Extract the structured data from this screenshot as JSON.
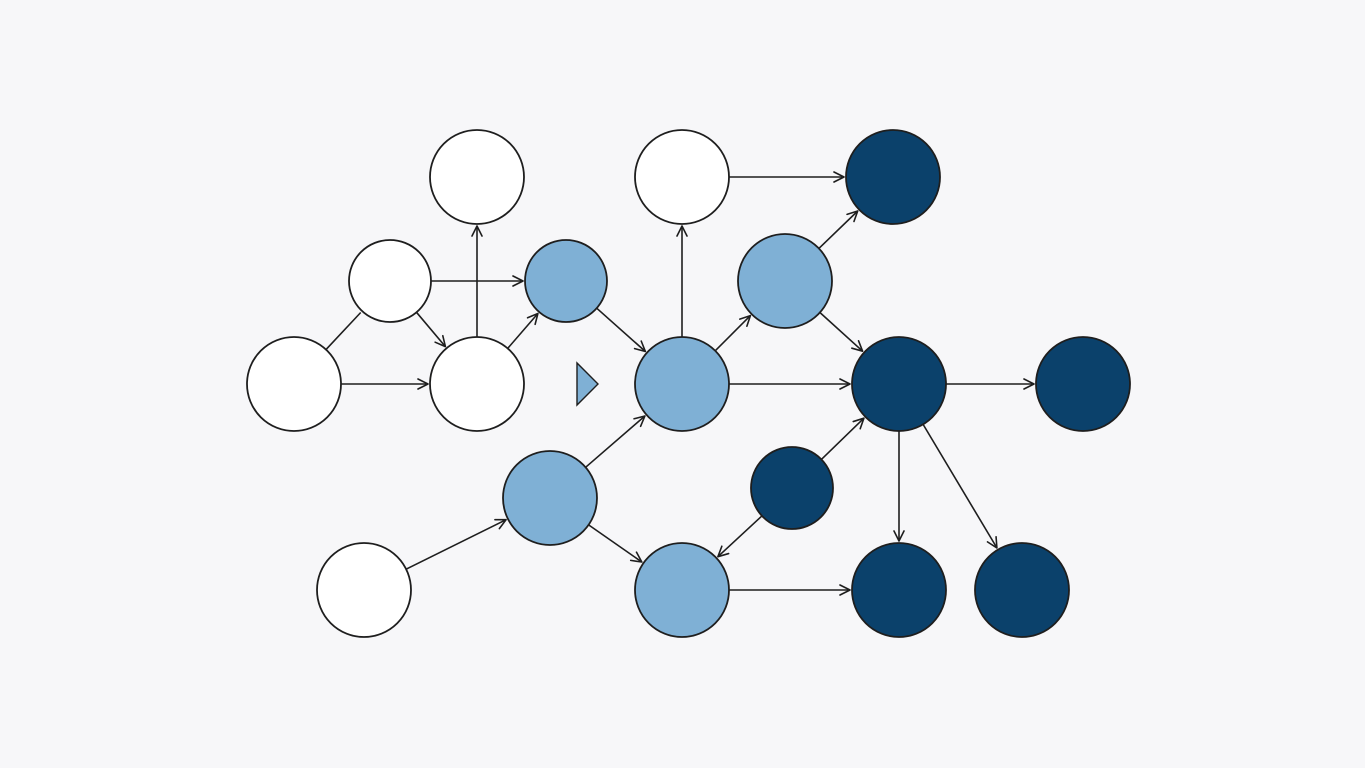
{
  "colors": {
    "background": "#f7f7f9",
    "white": "#ffffff",
    "light": "#7fb0d5",
    "dark": "#0b416b",
    "stroke": "#1e1e1e"
  },
  "nodes": [
    {
      "id": "w-top",
      "tone": "white"
    },
    {
      "id": "w-mid",
      "tone": "white"
    },
    {
      "id": "w-left",
      "tone": "white"
    },
    {
      "id": "w-center",
      "tone": "white"
    },
    {
      "id": "w-bottom",
      "tone": "white"
    },
    {
      "id": "w-top-right",
      "tone": "white"
    },
    {
      "id": "l-upper",
      "tone": "light"
    },
    {
      "id": "l-hub",
      "tone": "light"
    },
    {
      "id": "l-lower",
      "tone": "light"
    },
    {
      "id": "l-bottom",
      "tone": "light"
    },
    {
      "id": "l-right",
      "tone": "light"
    },
    {
      "id": "d-top",
      "tone": "dark"
    },
    {
      "id": "d-hub",
      "tone": "dark"
    },
    {
      "id": "d-far",
      "tone": "dark"
    },
    {
      "id": "d-small",
      "tone": "dark"
    },
    {
      "id": "d-bottom",
      "tone": "dark"
    },
    {
      "id": "d-bottom-right",
      "tone": "dark"
    }
  ],
  "edges": [
    {
      "from": "w-left",
      "to": "w-mid",
      "arrow": false
    },
    {
      "from": "w-left",
      "to": "w-center",
      "arrow": true
    },
    {
      "from": "w-mid",
      "to": "w-center",
      "arrow": true
    },
    {
      "from": "w-center",
      "to": "w-top",
      "arrow": true
    },
    {
      "from": "w-mid",
      "to": "l-upper",
      "arrow": true
    },
    {
      "from": "w-center",
      "to": "l-upper",
      "arrow": true
    },
    {
      "from": "l-upper",
      "to": "l-hub",
      "arrow": true
    },
    {
      "from": "l-hub",
      "to": "w-top-right",
      "arrow": true
    },
    {
      "from": "w-top-right",
      "to": "d-top",
      "arrow": true
    },
    {
      "from": "l-hub",
      "to": "l-right",
      "arrow": true
    },
    {
      "from": "l-right",
      "to": "d-top",
      "arrow": true
    },
    {
      "from": "l-right",
      "to": "d-hub",
      "arrow": true
    },
    {
      "from": "l-hub",
      "to": "d-hub",
      "arrow": true
    },
    {
      "from": "d-hub",
      "to": "d-far",
      "arrow": true
    },
    {
      "from": "w-bottom",
      "to": "l-lower",
      "arrow": true
    },
    {
      "from": "l-lower",
      "to": "l-hub",
      "arrow": true
    },
    {
      "from": "l-lower",
      "to": "l-bottom",
      "arrow": true
    },
    {
      "from": "d-small",
      "to": "l-bottom",
      "arrow": true
    },
    {
      "from": "d-small",
      "to": "d-hub",
      "arrow": true
    },
    {
      "from": "l-bottom",
      "to": "d-bottom",
      "arrow": true
    },
    {
      "from": "d-hub",
      "to": "d-bottom",
      "arrow": true
    },
    {
      "from": "d-hub",
      "to": "d-bottom-right",
      "arrow": true
    }
  ],
  "marker": {
    "tone": "light"
  }
}
